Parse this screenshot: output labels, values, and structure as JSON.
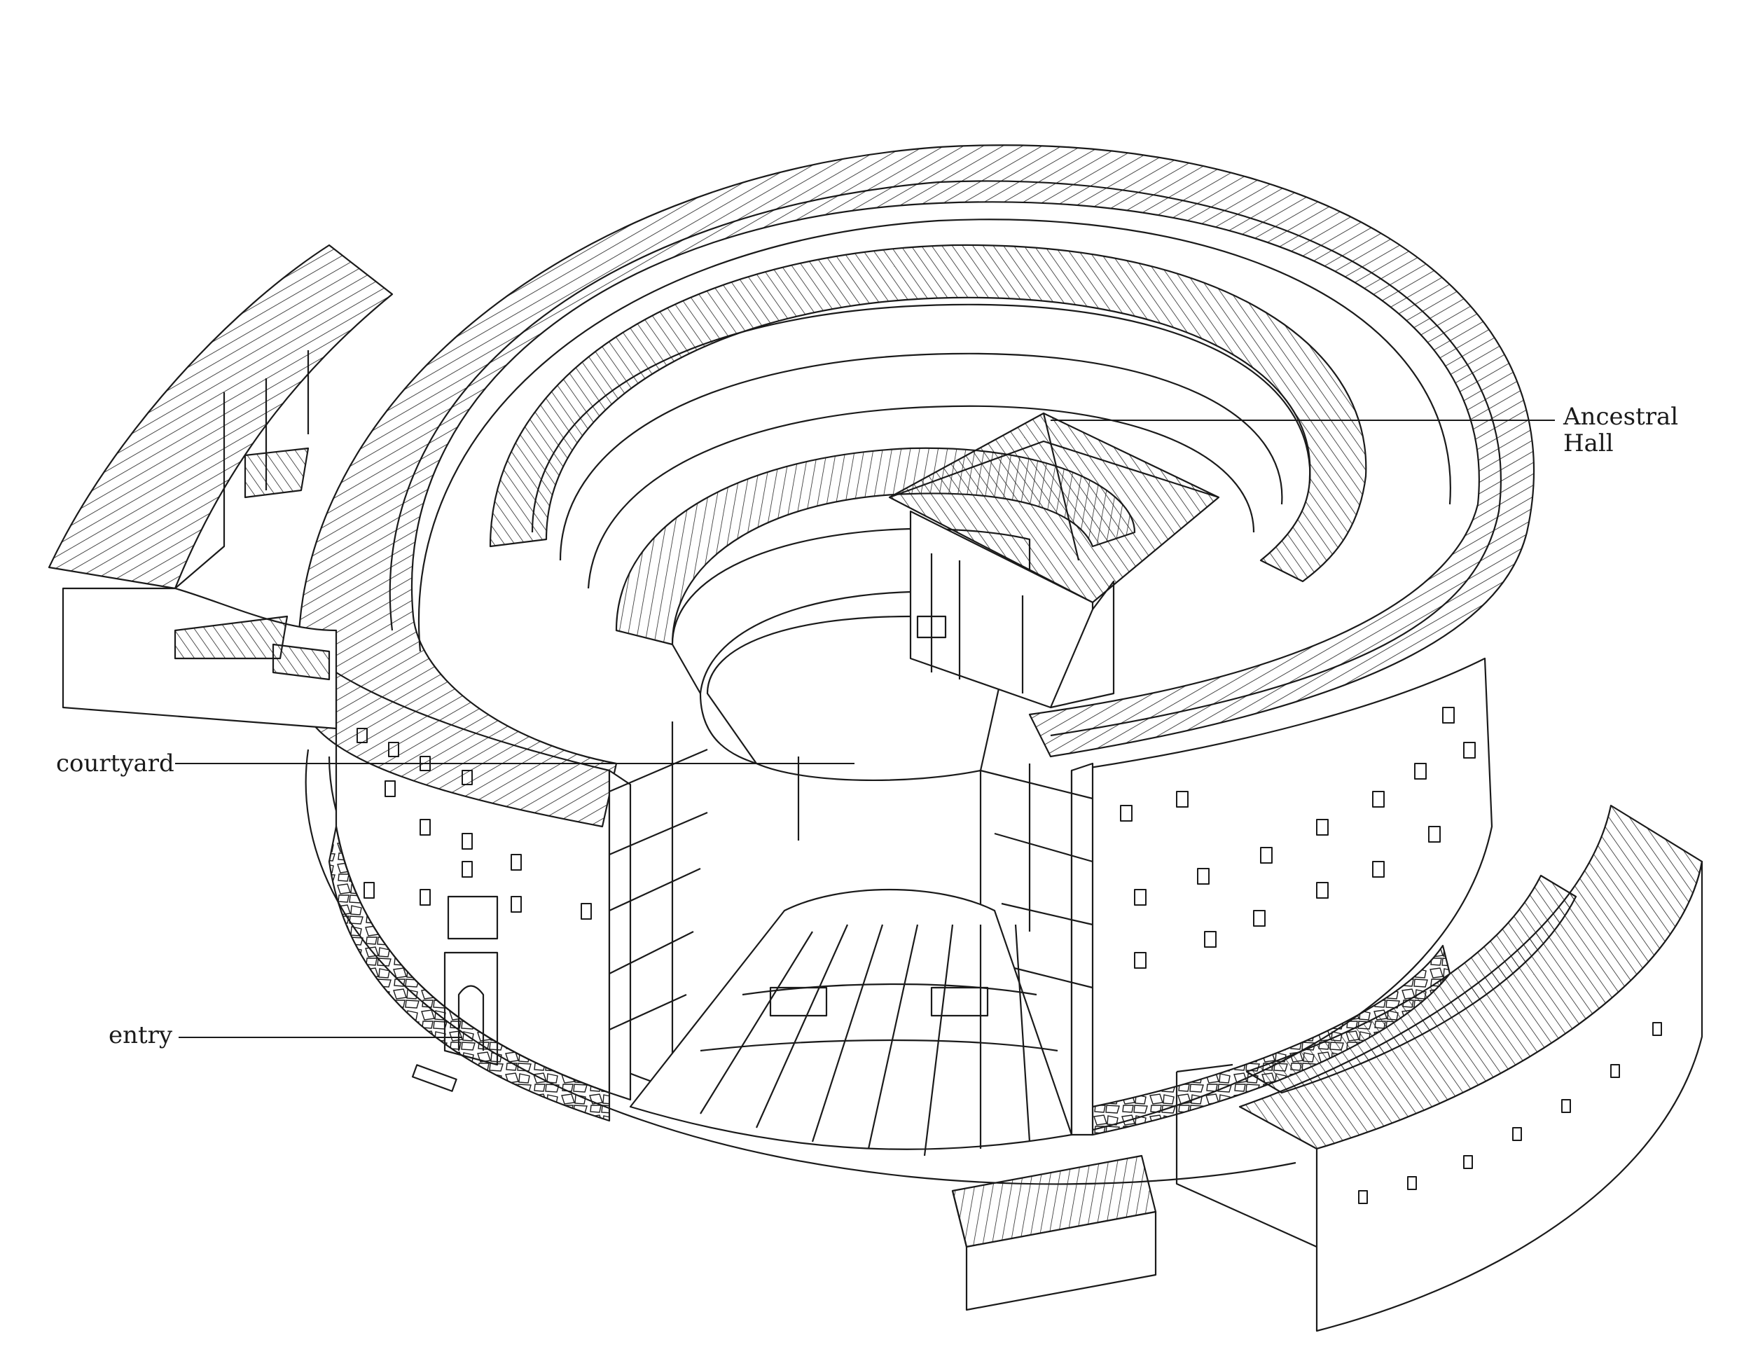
{
  "diagram": {
    "subject": "tulou-cutaway",
    "line_color": "#1a1a1a",
    "background": "#ffffff"
  },
  "labels": {
    "ancestral_hall": "Ancestral\nHall",
    "courtyard": "courtyard",
    "entry": "entry"
  }
}
